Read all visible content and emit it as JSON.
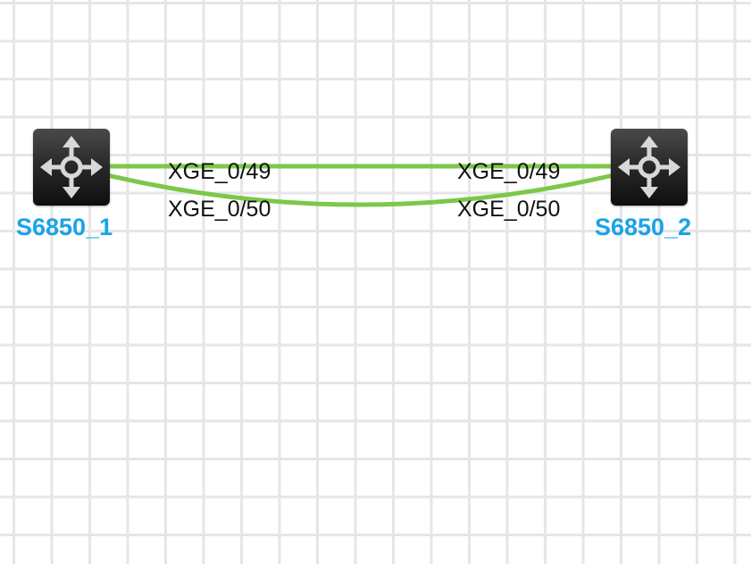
{
  "colors": {
    "link": "#7dc74a",
    "device_label": "#1aa3e8",
    "grid": "#e6e6e6",
    "port_label": "#111111"
  },
  "devices": [
    {
      "name": "S6850_1",
      "icon": "layer3-switch-icon"
    },
    {
      "name": "S6850_2",
      "icon": "layer3-switch-icon"
    }
  ],
  "links": [
    {
      "from": "S6850_1",
      "to": "S6850_2",
      "from_port": "XGE_0/49",
      "to_port": "XGE_0/49"
    },
    {
      "from": "S6850_1",
      "to": "S6850_2",
      "from_port": "XGE_0/50",
      "to_port": "XGE_0/50"
    }
  ]
}
